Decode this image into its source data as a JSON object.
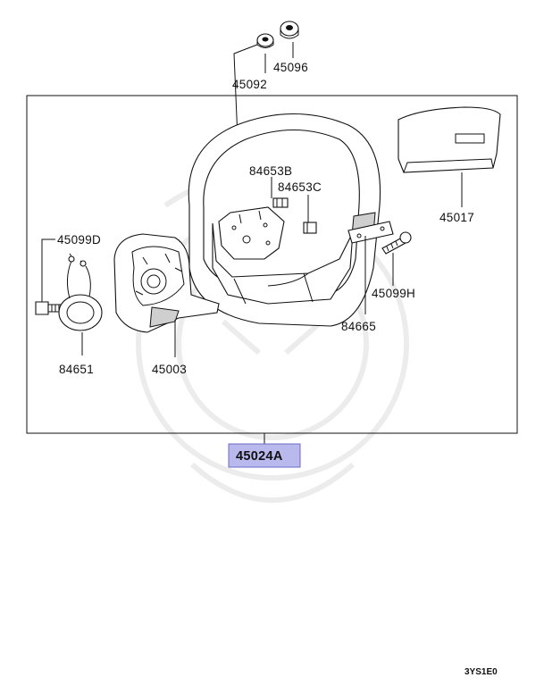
{
  "diagram": {
    "assembly_label": "45024A",
    "reference_code": "3YS1E0",
    "highlight_color": "#b9b9ee",
    "highlight_border": "#6b6bc9",
    "parts": [
      {
        "id": "p45096",
        "label": "45096"
      },
      {
        "id": "p45092",
        "label": "45092"
      },
      {
        "id": "p84653B",
        "label": "84653B"
      },
      {
        "id": "p84653C",
        "label": "84653C"
      },
      {
        "id": "p45017",
        "label": "45017"
      },
      {
        "id": "p45099D",
        "label": "45099D"
      },
      {
        "id": "p45099H",
        "label": "45099H"
      },
      {
        "id": "p84665",
        "label": "84665"
      },
      {
        "id": "p84651",
        "label": "84651"
      },
      {
        "id": "p45003",
        "label": "45003"
      }
    ]
  }
}
